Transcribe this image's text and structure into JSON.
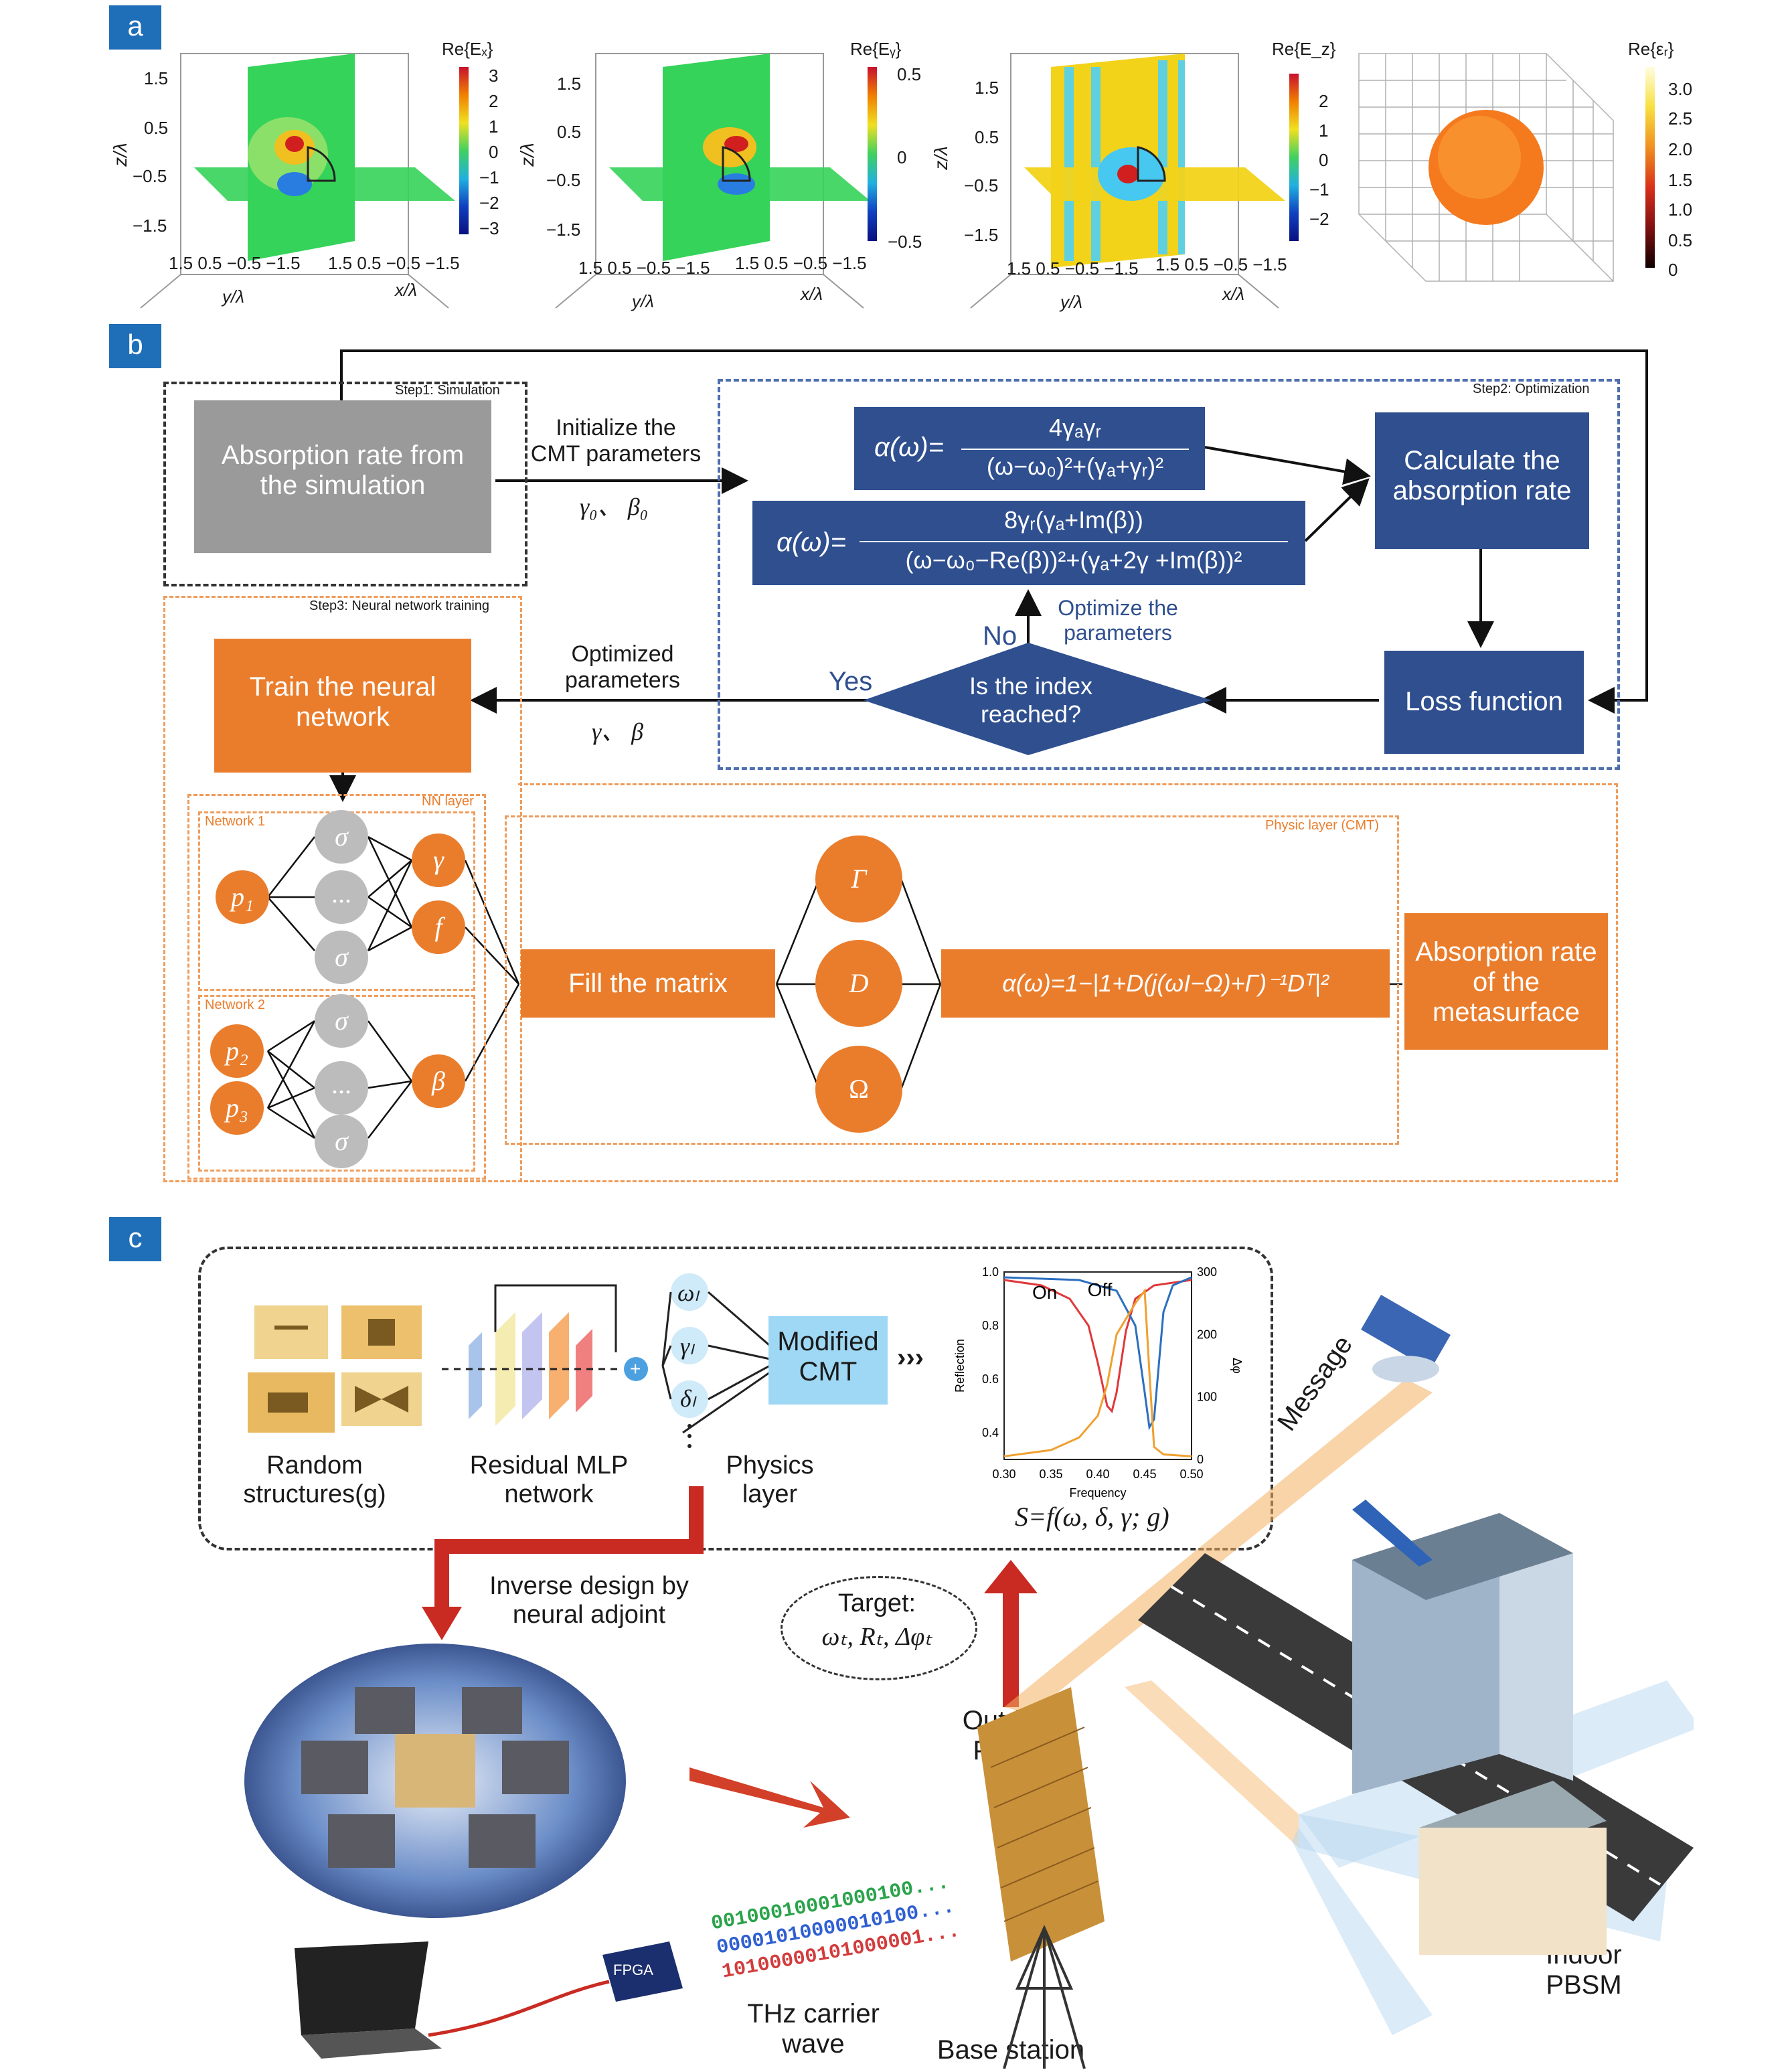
{
  "panel_a": {
    "tag": "a",
    "plots": [
      {
        "cbar_title": "Re{Eₓ}",
        "cbar_ticks": [
          "3",
          "2",
          "1",
          "0",
          "−1",
          "−2",
          "−3"
        ],
        "z_ticks": [
          "1.5",
          "0.5",
          "−0.5",
          "−1.5"
        ],
        "zlabel": "z/λ",
        "y_ticks": "1.5  0.5 −0.5 −1.5",
        "x_ticks": "1.5  0.5 −0.5 −1.5",
        "ylabel": "y/λ",
        "xlabel": "x/λ"
      },
      {
        "cbar_title": "Re{Eᵧ}",
        "cbar_ticks": [
          "0.5",
          "0",
          "−0.5"
        ],
        "z_ticks": [
          "1.5",
          "0.5",
          "−0.5",
          "−1.5"
        ],
        "zlabel": "z/λ",
        "y_ticks": "1.5  0.5 −0.5 −1.5",
        "x_ticks": "1.5  0.5 −0.5 −1.5",
        "ylabel": "y/λ",
        "xlabel": "x/λ"
      },
      {
        "cbar_title": "Re{E_z}",
        "cbar_ticks": [
          "2",
          "1",
          "0",
          "−1",
          "−2"
        ],
        "z_ticks": [
          "1.5",
          "0.5",
          "−0.5",
          "−1.5"
        ],
        "zlabel": "z/λ",
        "y_ticks": "1.5  0.5 −0.5 −1.5",
        "x_ticks": "1.5  0.5 −0.5 −1.5",
        "ylabel": "y/λ",
        "xlabel": "x/λ"
      },
      {
        "cbar_title": "Re{εᵣ}",
        "cbar_ticks": [
          "3.0",
          "2.5",
          "2.0",
          "1.5",
          "1.0",
          "0.5",
          "0"
        ]
      }
    ]
  },
  "panel_b": {
    "tag": "b",
    "step1": "Step1: Simulation",
    "step2": "Step2: Optimization",
    "step3": "Step3: Neural network training",
    "sim_box": "Absorption rate from the simulation",
    "init_label": "Initialize the CMT parameters",
    "init_params": "γ₀、 β₀",
    "eq1_lhs": "α(ω)=",
    "eq1_num": "4γₐγᵣ",
    "eq1_den": "(ω−ω₀)²+(γₐ+γᵣ)²",
    "eq2_lhs": "α(ω)=",
    "eq2_num": "8γᵣ(γₐ+Im(β))",
    "eq2_den": "(ω−ω₀−Re(β))²+(γₐ+2γ +Im(β))²",
    "calc_box": "Calculate the absorption rate",
    "loss_box": "Loss function",
    "diamond": "Is the index reached?",
    "no": "No",
    "yes": "Yes",
    "optimize": "Optimize the parameters",
    "optimized_label": "Optimized parameters",
    "opt_params": "γ、 β",
    "train_box": "Train the neural network",
    "nn_layer": "NN layer",
    "network1": "Network 1",
    "network2": "Network 2",
    "physic_layer": "Physic layer (CMT)",
    "fill_box": "Fill the matrix",
    "alpha_box": "α(ω)=1−|1+D(j(ωI−Ω)+Γ)⁻¹Dᵀ|²",
    "absorption_meta": "Absorption rate of the metasurface",
    "nodes": {
      "sigma": "σ",
      "dots": "...",
      "p1": "p₁",
      "p2": "p₂",
      "p3": "p₃",
      "gamma": "γ",
      "f": "f",
      "beta": "β",
      "Gamma": "Γ",
      "D": "D",
      "Omega": "Ω"
    }
  },
  "panel_c": {
    "tag": "c",
    "random_structures": "Random structures(g)",
    "residual_mlp": "Residual MLP network",
    "physics_layer": "Physics layer",
    "omega_l": "ωₗ",
    "gamma_l": "γₗ",
    "delta_l": "δₗ",
    "modified_cmt": "Modified CMT",
    "s_formula": "S=f(ω, δ, γ; g)",
    "inverse_design": "Inverse design by neural adjoint",
    "target_title": "Target:",
    "target_vals": "ωₜ, Rₜ, Δφₜ",
    "outdoor": "Outdoor PBSM",
    "indoor": "Indoor PBSM",
    "message": "Message",
    "thz": "THz carrier wave",
    "base_station": "Base station",
    "fpga": "FPGA",
    "bits": [
      "00100010001000100...",
      "00001010000010100...",
      "10100000101000001..."
    ],
    "bit_colors": [
      "#2aa34a",
      "#2f5fd0",
      "#d23c3c"
    ]
  },
  "chart_data": {
    "type": "line",
    "xlabel": "Frequency",
    "ylabel": "Reflection",
    "y2label": "Δφ",
    "xlim": [
      0.3,
      0.5
    ],
    "ylim": [
      0.3,
      1.0
    ],
    "y2lim": [
      0,
      300
    ],
    "x_ticks": [
      "0.30",
      "0.35",
      "0.40",
      "0.45",
      "0.50"
    ],
    "y_ticks": [
      "1.0",
      "0.8",
      "0.6",
      "0.4"
    ],
    "y2_ticks": [
      "300",
      "200",
      "100",
      "0"
    ],
    "annotations": [
      "On",
      "Off"
    ],
    "series": [
      {
        "name": "On",
        "color": "#e0383a",
        "x": [
          0.3,
          0.34,
          0.37,
          0.39,
          0.4,
          0.41,
          0.415,
          0.42,
          0.43,
          0.44,
          0.46,
          0.5
        ],
        "y": [
          0.97,
          0.95,
          0.9,
          0.8,
          0.66,
          0.5,
          0.48,
          0.55,
          0.78,
          0.9,
          0.95,
          0.97
        ]
      },
      {
        "name": "Off",
        "color": "#2c6fbf",
        "x": [
          0.3,
          0.38,
          0.42,
          0.44,
          0.45,
          0.455,
          0.46,
          0.465,
          0.47,
          0.48,
          0.5
        ],
        "y": [
          0.98,
          0.97,
          0.93,
          0.8,
          0.55,
          0.42,
          0.45,
          0.65,
          0.85,
          0.95,
          0.98
        ]
      },
      {
        "name": "Δφ",
        "color": "#f0a030",
        "axis": "right",
        "x": [
          0.3,
          0.35,
          0.38,
          0.4,
          0.41,
          0.42,
          0.44,
          0.45,
          0.455,
          0.46,
          0.47,
          0.5
        ],
        "y": [
          5,
          15,
          35,
          70,
          120,
          200,
          250,
          270,
          140,
          20,
          8,
          5
        ]
      }
    ]
  }
}
